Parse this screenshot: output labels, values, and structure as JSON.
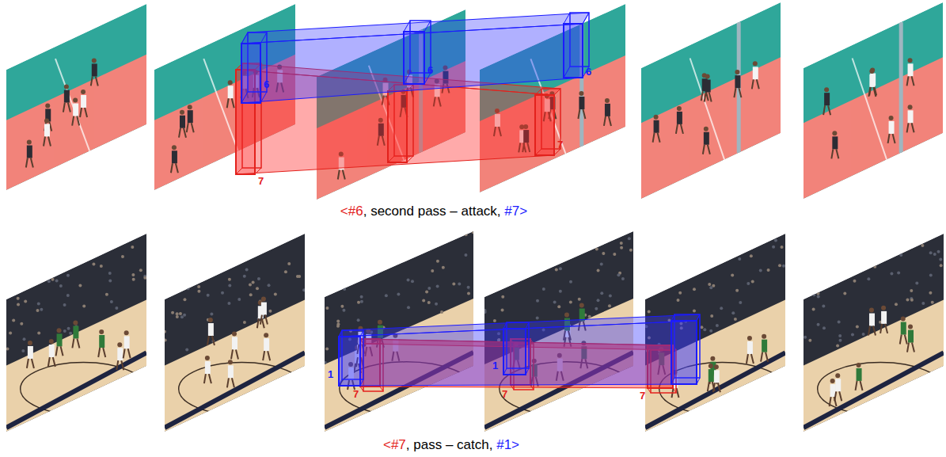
{
  "diagram": {
    "labels": [
      "6",
      "6",
      "6",
      "7",
      "7",
      "<",
      "#6",
      ", second pass – attack, ",
      "#7",
      ">",
      "1",
      "1",
      "7",
      "7",
      "7",
      "<",
      "#7",
      ", pass – catch, ",
      "#1",
      ">"
    ]
  }
}
